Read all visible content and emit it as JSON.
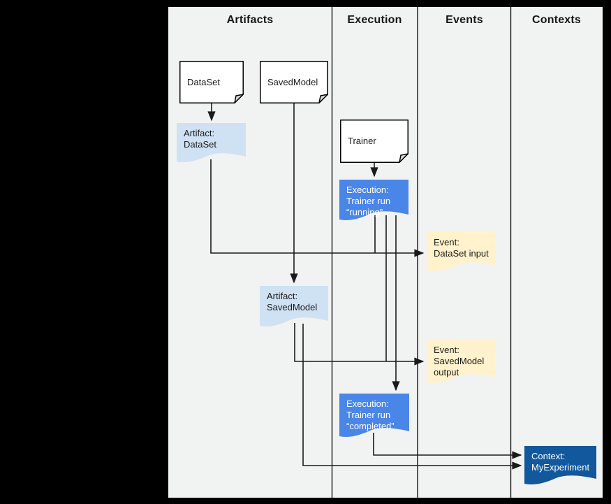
{
  "columns": [
    {
      "id": "artifacts",
      "label": "Artifacts"
    },
    {
      "id": "execution",
      "label": "Execution"
    },
    {
      "id": "events",
      "label": "Events"
    },
    {
      "id": "contexts",
      "label": "Contexts"
    }
  ],
  "nodes": {
    "dataset": {
      "label": "DataSet",
      "kind": "source-document",
      "column": "Artifacts"
    },
    "savedmodel": {
      "label": "SavedModel",
      "kind": "source-document",
      "column": "Artifacts"
    },
    "trainer": {
      "label": "Trainer",
      "kind": "source-document",
      "column": "Execution"
    },
    "artifact_dataset": {
      "label": "Artifact:\nDataSet",
      "kind": "artifact-card",
      "column": "Artifacts"
    },
    "execution_running": {
      "label": "Execution:\nTrainer run\n“running”",
      "kind": "execution-card",
      "column": "Execution"
    },
    "event_dataset_input": {
      "label": "Event:\nDataSet input",
      "kind": "event-card",
      "column": "Events"
    },
    "artifact_savedmodel": {
      "label": "Artifact:\nSavedModel",
      "kind": "artifact-card",
      "column": "Artifacts"
    },
    "event_savedmodel_output": {
      "label": "Event:\nSavedModel\noutput",
      "kind": "event-card",
      "column": "Events"
    },
    "execution_completed": {
      "label": "Execution:\nTrainer run\n“completed”",
      "kind": "execution-card",
      "column": "Execution"
    },
    "context_myexperiment": {
      "label": "Context:\nMyExperiment",
      "kind": "context-card",
      "column": "Contexts"
    }
  },
  "edges": [
    {
      "from": "dataset",
      "to": "artifact_dataset"
    },
    {
      "from": "savedmodel",
      "to": "artifact_savedmodel"
    },
    {
      "from": "trainer",
      "to": "execution_running"
    },
    {
      "from": "artifact_dataset",
      "to": "event_dataset_input"
    },
    {
      "from": "execution_running",
      "to": "event_dataset_input"
    },
    {
      "from": "artifact_savedmodel",
      "to": "event_savedmodel_output"
    },
    {
      "from": "execution_running",
      "to": "event_savedmodel_output"
    },
    {
      "from": "execution_running",
      "to": "execution_completed"
    },
    {
      "from": "execution_completed",
      "to": "context_myexperiment"
    },
    {
      "from": "artifact_savedmodel",
      "to": "context_myexperiment"
    }
  ],
  "colors": {
    "frame_bg": "#000000",
    "canvas_bg": "#f1f2f2",
    "document_fill": "#ffffff",
    "document_stroke": "#000000",
    "artifact_fill": "#cfe2f3",
    "execution_fill": "#4a86e8",
    "event_fill": "#fff2cc",
    "context_fill": "#11589c",
    "connector": "#1a1a1a"
  }
}
